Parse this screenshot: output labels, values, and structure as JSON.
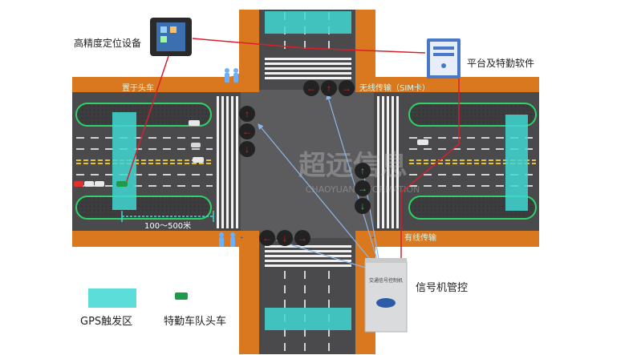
{
  "labels": {
    "gps_device": "高精度定位设备",
    "platform": "平台及特勤软件",
    "placed_on_lead": "置于头车",
    "wireless": "无线传输（SIM卡）",
    "wired": "有线传输",
    "distance": "100～500米",
    "signal_control": "信号机管控"
  },
  "legend": {
    "gps_zone": "GPS触发区",
    "lead_vehicle": "特勤车队头车"
  },
  "watermark": {
    "cn": "超远信息",
    "en": "CHAOYUAN INFORMATION"
  },
  "cabinet_plate": "交通信号控制机",
  "colors": {
    "road": "#4a4a4c",
    "intersection": "#5c5c5e",
    "sidewalk": "#d9781f",
    "gps_zone": "#3fd7d4",
    "signal_red": "#e02020",
    "signal_green": "#33cc55",
    "lead_car": "#1f9a4a",
    "link_red": "#d8202a",
    "link_blue": "#8fb6e8",
    "label_green": "#9ff0c8"
  },
  "icons": [
    "tablet-icon",
    "server-icon",
    "pedestrian-icon",
    "signal-cabinet-icon",
    "car-icon"
  ]
}
